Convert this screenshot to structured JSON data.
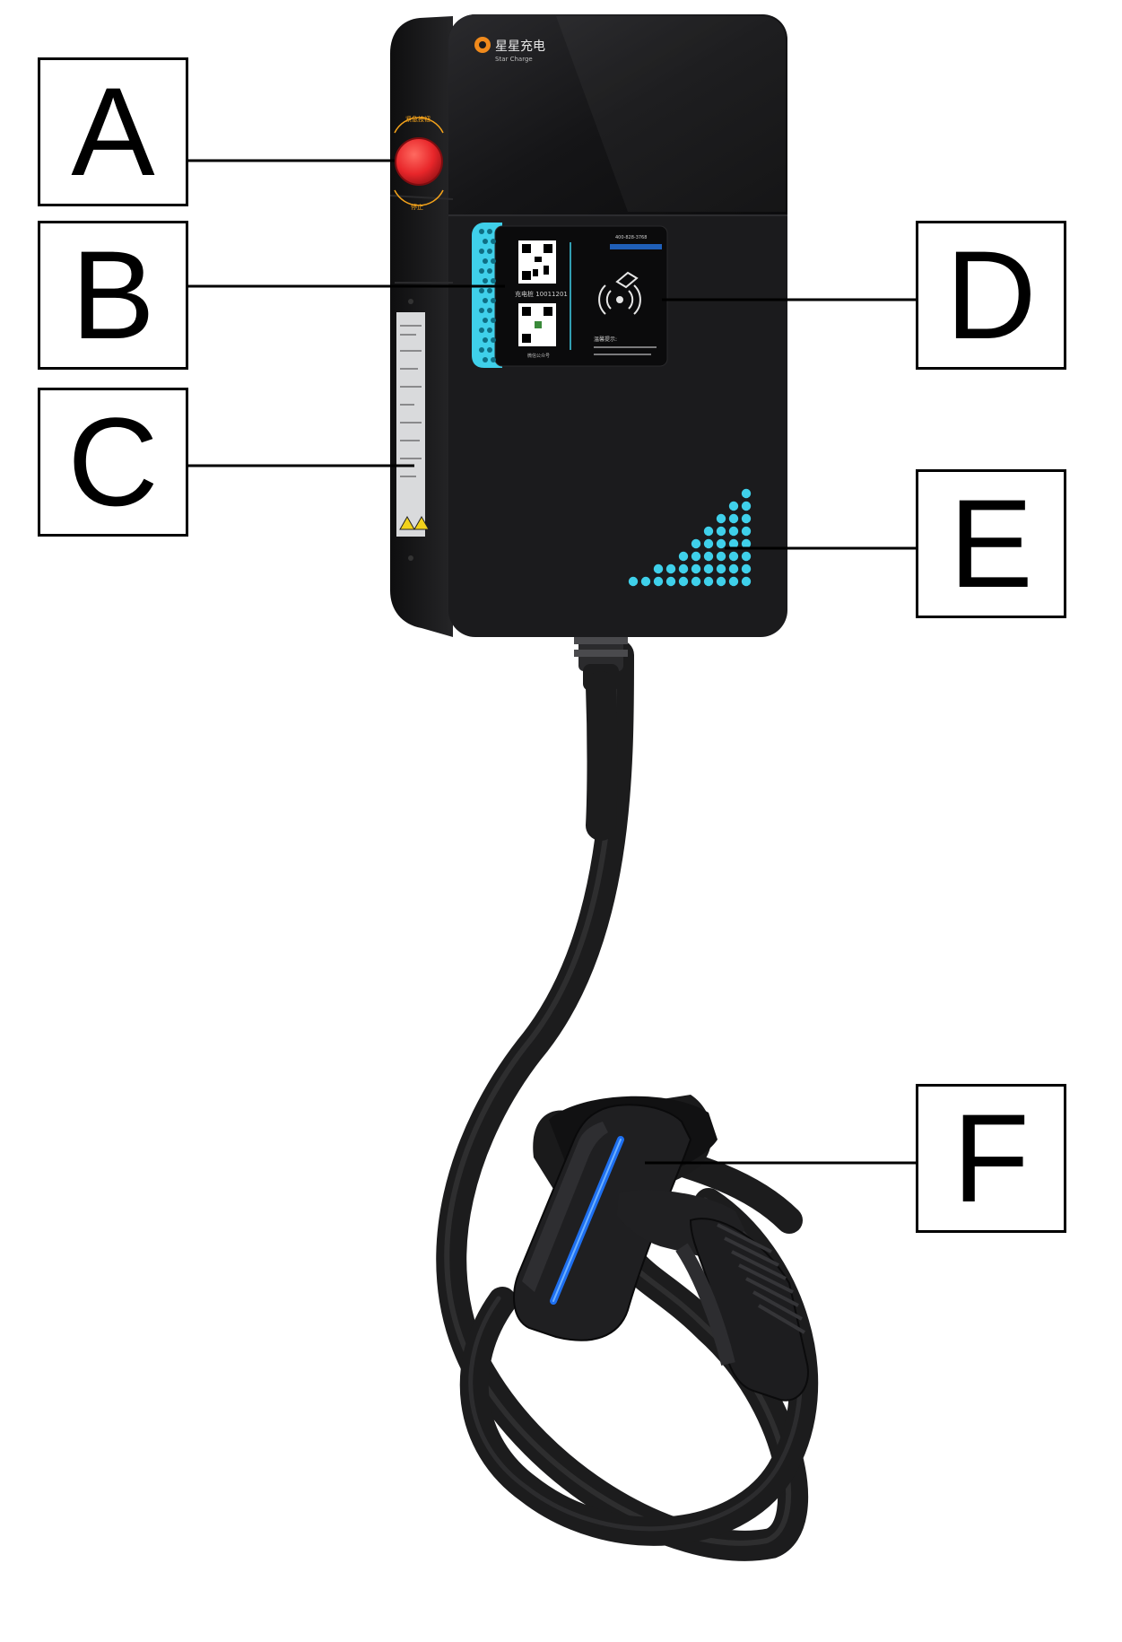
{
  "callouts": [
    {
      "id": "A",
      "label": "A"
    },
    {
      "id": "B",
      "label": "B"
    },
    {
      "id": "C",
      "label": "C"
    },
    {
      "id": "D",
      "label": "D"
    },
    {
      "id": "E",
      "label": "E"
    },
    {
      "id": "F",
      "label": "F"
    }
  ],
  "device": {
    "brand_cn": "星星充电",
    "brand_en": "Star Charge",
    "button_label_top": "紧急按钮",
    "button_label_bottom": "停止",
    "charger_code": "充电桩 10011201",
    "qr_caption": "微信公众号",
    "service_hotline": "400-828-3768",
    "notice_title": "温馨提示:",
    "colors": {
      "body": "#1b1b1d",
      "accent": "#3fd0ea",
      "button": "#e8262a",
      "label_panel": "#d9dadc",
      "plug_light": "#1e6ff0"
    }
  }
}
